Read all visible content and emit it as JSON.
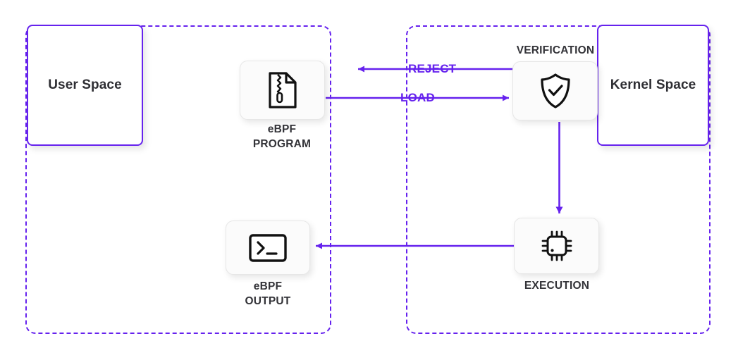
{
  "diagram": {
    "title": "eBPF program lifecycle: user space to kernel space",
    "accent_color": "#6622ee",
    "text_color": "#333338",
    "background": "#ffffff"
  },
  "regions": [
    {
      "id": "user-space-region",
      "label": ""
    },
    {
      "id": "kernel-space-region",
      "label": ""
    }
  ],
  "spaces": [
    {
      "id": "user-space",
      "label": "User Space"
    },
    {
      "id": "kernel-space",
      "label": "Kernel Space"
    }
  ],
  "nodes": [
    {
      "id": "ebpf-program",
      "caption": "eBPF\nPROGRAM",
      "icon": "document-zipper-icon",
      "caption_position": "below"
    },
    {
      "id": "verification",
      "caption": "VERIFICATION",
      "icon": "shield-check-icon",
      "caption_position": "above"
    },
    {
      "id": "execution",
      "caption": "EXECUTION",
      "icon": "cpu-chip-icon",
      "caption_position": "below"
    },
    {
      "id": "ebpf-output",
      "caption": "eBPF\nOUTPUT",
      "icon": "terminal-prompt-icon",
      "caption_position": "below"
    }
  ],
  "edges": [
    {
      "id": "edge-reject",
      "label": "REJECT",
      "from": "verification",
      "to": "ebpf-program",
      "direction": "left"
    },
    {
      "id": "edge-load",
      "label": "LOAD",
      "from": "ebpf-program",
      "to": "verification",
      "direction": "right"
    },
    {
      "id": "edge-verify-to-execution",
      "label": "",
      "from": "verification",
      "to": "execution",
      "direction": "down"
    },
    {
      "id": "edge-execution-to-output",
      "label": "",
      "from": "execution",
      "to": "ebpf-output",
      "direction": "left"
    }
  ]
}
